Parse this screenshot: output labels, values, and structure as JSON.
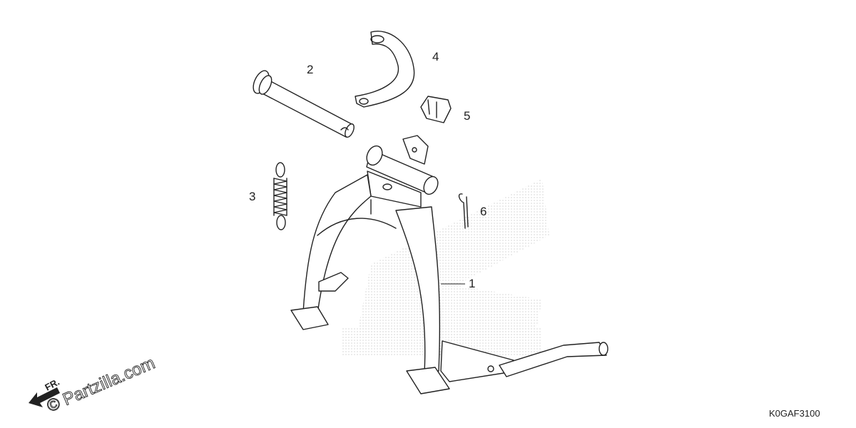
{
  "diagram": {
    "drawing_code": "K0GAF3100",
    "direction_label": "FR.",
    "watermark": "© Partzilla.com",
    "callouts": [
      {
        "id": "1",
        "label": "1"
      },
      {
        "id": "2",
        "label": "2"
      },
      {
        "id": "3",
        "label": "3"
      },
      {
        "id": "4",
        "label": "4"
      },
      {
        "id": "5",
        "label": "5"
      },
      {
        "id": "6",
        "label": "6"
      }
    ]
  }
}
